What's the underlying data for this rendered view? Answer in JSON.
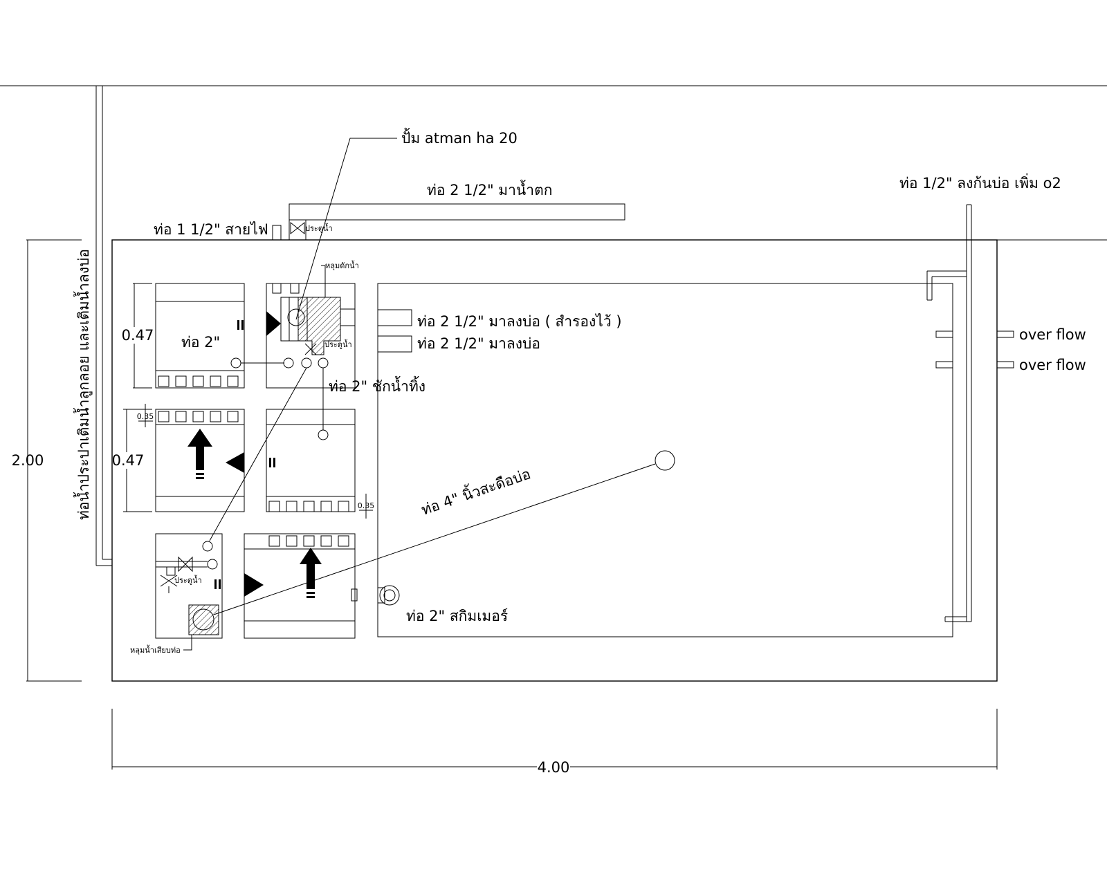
{
  "labels": {
    "pump": "ปั้ม atman ha 20",
    "pipe_waterfall": "ท่อ 2 1/2\" มาน้ำตก",
    "pipe_o2": "ท่อ 1/2\" ลงก้นบ่อ เพิ่ม o2",
    "pipe_electric": "ท่อ 1 1/2\" สายไฟ",
    "valve_top": "ประตูน้ำ",
    "sump_hole_top": "หลุมดักน้ำ",
    "pipe_spare": "ท่อ 2 1/2\" มาลงบ่อ ( สำรองไว้ )",
    "valve_mid": "ประตูน้ำ",
    "pipe_down": "ท่อ 2 1/2\" มาลงบ่อ",
    "overflow_1": "over flow",
    "overflow_2": "over flow",
    "pipe_drain": "ท่อ 2\" ชักน้ำทิ้ง",
    "pipe_2in": "ท่อ 2\"",
    "pipe_bottom_drain": "ท่อ 4\" นิ้วสะดือบ่อ",
    "pipe_skimmer": "ท่อ 2\" สกิมเมอร์",
    "valve_bottom": "ประตูน้ำ",
    "sump_hole_bottom": "หลุมน้ำเสียบท่อ",
    "pipe_fill_vertical": "ท่อน้ำประปาเติมน้ำลูกลอย และเติมน้ำลงบ่อ"
  },
  "dimensions": {
    "height_total": "2.00",
    "width_total": "4.00",
    "box_height_1": "0.47",
    "box_height_2": "0.47",
    "gap_1": "0.35",
    "gap_2": "0.35"
  }
}
